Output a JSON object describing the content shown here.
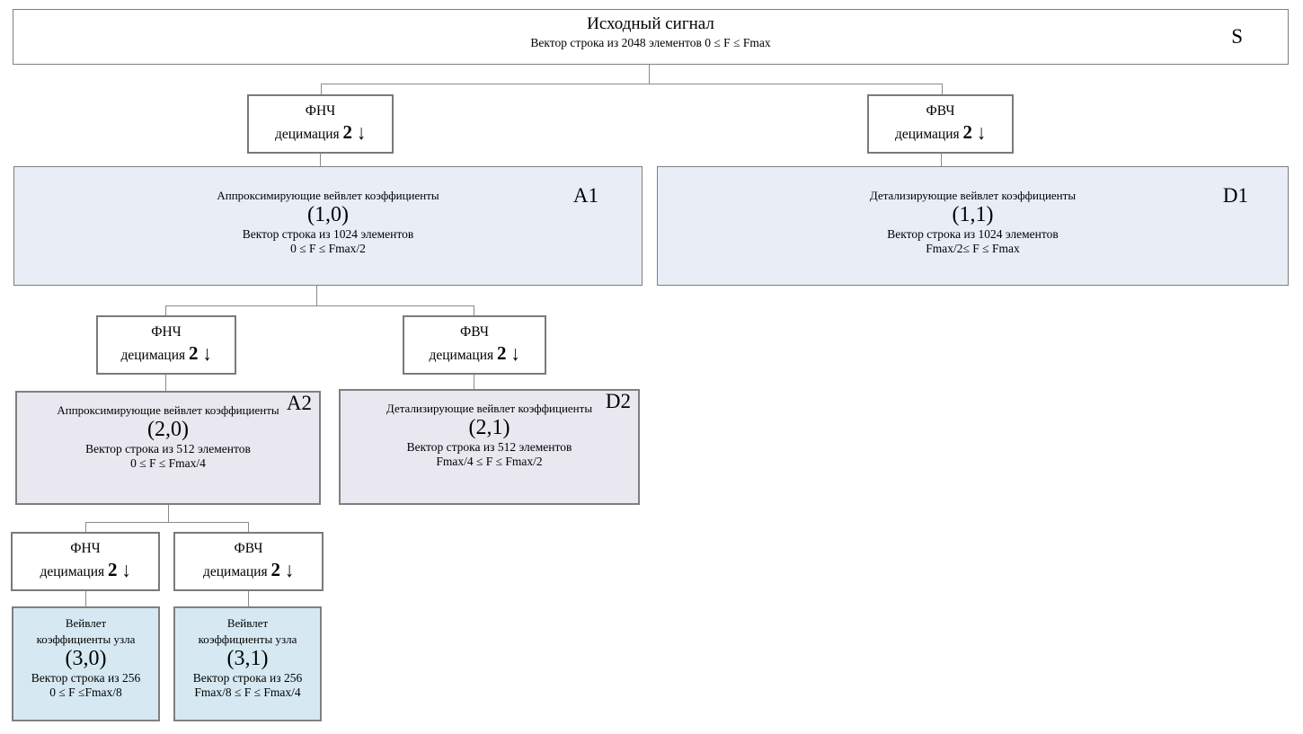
{
  "root": {
    "title": "Исходный сигнал",
    "subtitle": "Вектор строка из 2048 элементов 0 ≤ F ≤ Fmax",
    "label": "S"
  },
  "filters": {
    "lpf": {
      "name": "ФНЧ",
      "operation": "децимация",
      "factor": "2",
      "arrow": "↓"
    },
    "hpf": {
      "name": "ФВЧ",
      "operation": "децимация",
      "factor": "2",
      "arrow": "↓"
    }
  },
  "coef_boxes": [
    {
      "id": "A1",
      "title": "Аппроксимирующие вейвлет коэффициенты",
      "node": "(1,0)",
      "vector": "Вектор строка из 1024 элементов",
      "range": "0 ≤ F ≤ Fmax/2"
    },
    {
      "id": "D1",
      "title": "Детализирующие вейвлет коэффициенты",
      "node": "(1,1)",
      "vector": "Вектор строка из 1024 элементов",
      "range": "Fmax/2≤ F ≤ Fmax"
    },
    {
      "id": "A2",
      "title": "Аппроксимирующие вейвлет коэффициенты",
      "node": "(2,0)",
      "vector": "Вектор строка из 512 элементов",
      "range": "0 ≤ F ≤ Fmax/4"
    },
    {
      "id": "D2",
      "title": "Детализирующие вейвлет коэффициенты",
      "node": "(2,1)",
      "vector": "Вектор строка из 512 элементов",
      "range": "Fmax/4 ≤ F ≤ Fmax/2"
    },
    {
      "id": "",
      "title": "Вейвлет коэффициенты узла",
      "node": "(3,0)",
      "vector": "Вектор строка из 256",
      "range": "0 ≤ F ≤Fmax/8"
    },
    {
      "id": "",
      "title": "Вейвлет коэффициенты узла",
      "node": "(3,1)",
      "vector": "Вектор строка из 256",
      "range": "Fmax/8 ≤ F ≤ Fmax/4"
    }
  ],
  "colors": {
    "level1_bg": "#e8edf6",
    "level2_bg": "#e9e8f0",
    "level3_bg": "#d6e9f2",
    "box_border": "#7f7f7f",
    "connector": "#8a8a8a",
    "text": "#000000"
  }
}
